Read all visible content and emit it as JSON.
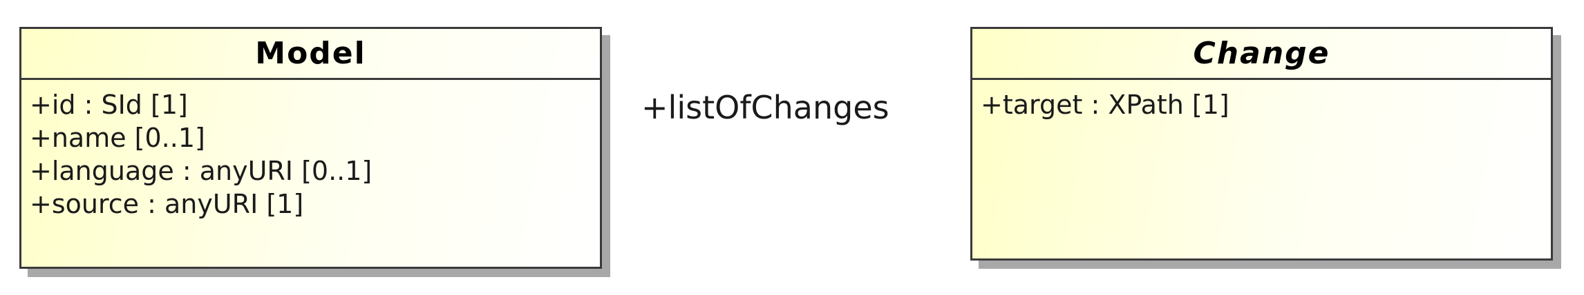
{
  "classes": {
    "model": {
      "name": "Model",
      "attributes": [
        "+id : SId [1]",
        "+name [0..1]",
        "+language : anyURI [0..1]",
        "+source : anyURI [1]"
      ]
    },
    "change": {
      "name": "Change",
      "abstract": true,
      "attributes": [
        "+target : XPath [1]"
      ]
    }
  },
  "association": {
    "label": "+listOfChanges"
  },
  "colors": {
    "class_fill": "#ffffc8",
    "border": "#3a3a3a",
    "shadow": "#a8a8a8"
  }
}
